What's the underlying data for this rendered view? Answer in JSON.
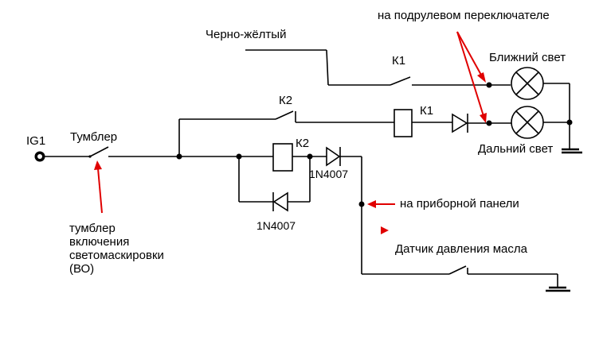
{
  "labels": {
    "ig1": "IG1",
    "tumbler": "Тумблер",
    "tumbler_note_line1": "тумблер",
    "tumbler_note_line2": "включения",
    "tumbler_note_line3": "светомаскировки",
    "tumbler_note_line4": "(ВО)",
    "black_yellow": "Черно-жёлтый",
    "k1_top": "К1",
    "k2_top": "К2",
    "k1_relay": "К1",
    "k2_relay": "К2",
    "diode_top": "1N4007",
    "diode_bottom": "1N4007",
    "steering_switch": "на подрулевом переключателе",
    "low_beam": "Ближний свет",
    "high_beam": "Дальний свет",
    "dashboard": "на приборной панели",
    "oil_sensor": "Датчик давления масла"
  },
  "colors": {
    "wire": "#000000",
    "annotation": "#e00000",
    "background": "#ffffff"
  }
}
